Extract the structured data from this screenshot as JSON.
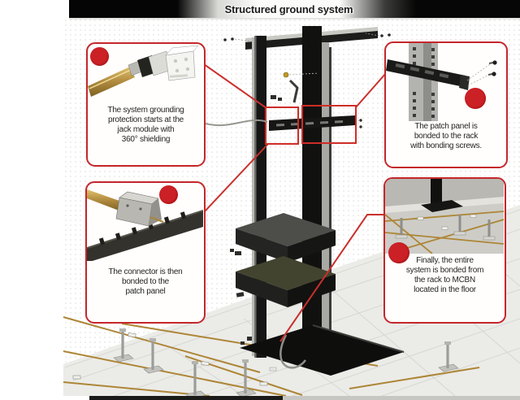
{
  "title": "Structured ground system",
  "colors": {
    "accent_red": "#c4272b",
    "marker_red": "#cb2026",
    "brass_wire": "#ad8636",
    "rack_black": "#141414",
    "floor_gray": "#ebebe8"
  },
  "diagram": {
    "subject": "two-post-equipment-rack-grounding",
    "callouts": [
      {
        "id": "jack-module-shielding",
        "photo": "jack-module-with-shielded-cable",
        "marker": "red-dot",
        "caption": "The system grounding\nprotection starts at the\njack module with\n360° shielding"
      },
      {
        "id": "connector-bonding",
        "photo": "connector-bonded-to-patch-panel",
        "marker": "red-dot",
        "caption": "The connector is then\nbonded to the\npatch panel"
      },
      {
        "id": "patch-panel-bonding",
        "photo": "patch-panel-on-rack-rail-with-screws",
        "marker": "red-dot",
        "caption": "The patch panel is\nbonded to the rack\nwith bonding screws."
      },
      {
        "id": "mcbn-floor-bonding",
        "photo": "underfloor-mcbn-ground-grid",
        "marker": "red-dot",
        "caption": "Finally, the entire\nsystem is bonded from\nthe rack to MCBN\nlocated in the floor"
      }
    ]
  }
}
